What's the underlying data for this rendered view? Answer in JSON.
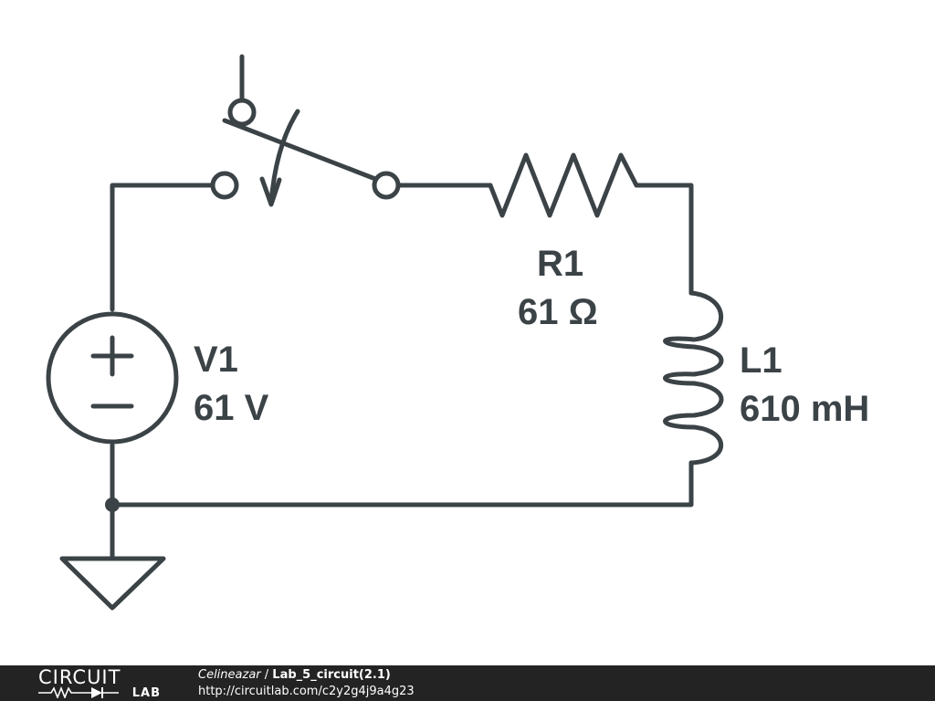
{
  "components": {
    "source": {
      "name": "V1",
      "value": "61 V",
      "symbols": [
        "+",
        "−"
      ]
    },
    "resistor": {
      "name": "R1",
      "value": "61 Ω"
    },
    "inductor": {
      "name": "L1",
      "value": "610 mH"
    },
    "switch": {
      "type": "spst",
      "state": "open"
    },
    "ground": {
      "type": "ground"
    }
  },
  "footer": {
    "logo_top": "CIRCUIT",
    "logo_bottom": "LAB",
    "author": "Celineazar",
    "separator": " / ",
    "title": "Lab_5_circuit(2.1)",
    "url": "http://circuitlab.com/c2y2g4j9a4g23"
  },
  "colors": {
    "wire": "#3b4347",
    "footer_background": "#232323",
    "footer_text": "#ffffff",
    "background": "#ffffff"
  }
}
